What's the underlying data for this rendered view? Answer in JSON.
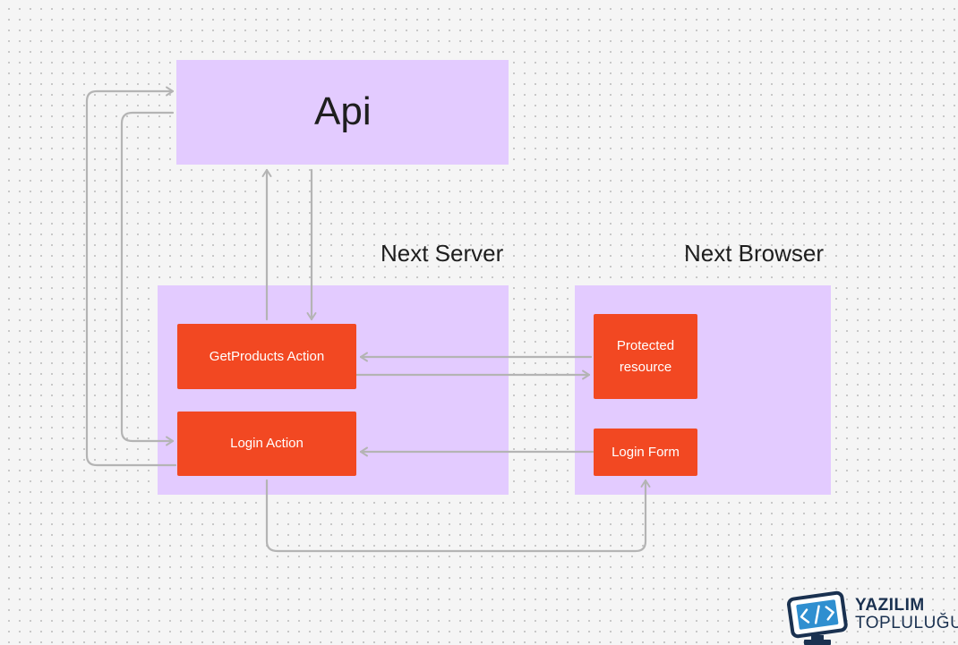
{
  "diagram": {
    "zones": {
      "api": "Api",
      "server": "Next Server",
      "browser": "Next Browser"
    },
    "nodes": {
      "get_products": "GetProducts Action",
      "login_action": "Login Action",
      "protected": [
        "Protected",
        "resource"
      ],
      "login_form": "Login Form"
    }
  },
  "logo": {
    "line1": "YAZILIM",
    "line2": "TOPLULUĞU"
  },
  "colors": {
    "zone": "#e3cbff",
    "node": "#f24822",
    "connector": "#b4b4b4",
    "logo": "#1a3150",
    "logo_screen": "#2f8fd0"
  }
}
